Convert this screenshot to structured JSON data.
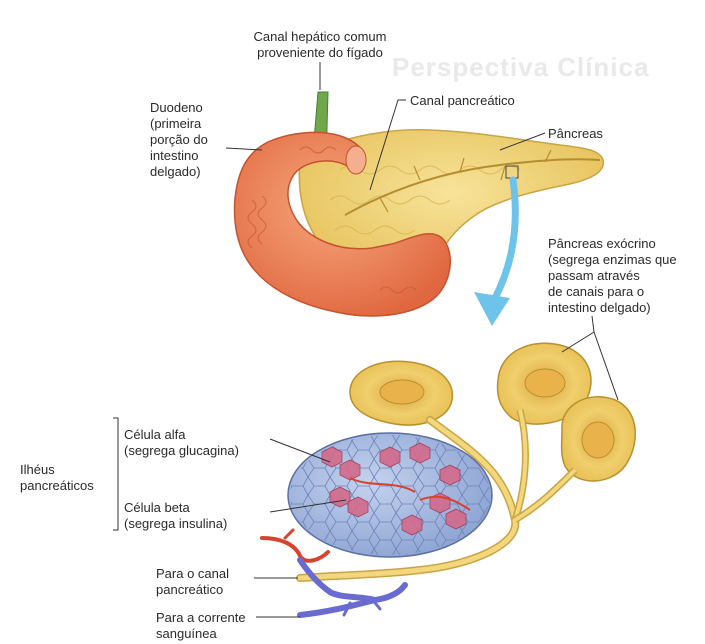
{
  "watermark": "Perspectiva Clínica",
  "labels": {
    "canal_hepatico": "Canal hepático comum\nproveniente do fígado",
    "duodeno": "Duodeno\n(primeira\nporção do\nintestino\ndelgado)",
    "canal_pancreatico": "Canal pancreático",
    "pancreas": "Pâncreas",
    "pancreas_exocrino": "Pâncreas exócrino\n(segrega enzimas que\npassam através\nde canais para o\nintestino delgado)",
    "ilheus": "Ilhéus\npancreáticos",
    "celula_alfa": "Célula alfa\n(segrega glucagina)",
    "celula_beta": "Célula beta\n(segrega insulina)",
    "para_canal": "Para o canal\npancreático",
    "para_corrente": "Para a corrente\nsanguínea"
  },
  "colors": {
    "pancreas": "#f2d77c",
    "duodenum": "#f08a5d",
    "bile_duct": "#6fa84a",
    "arrow": "#6ec3ea",
    "islet": "#aebfe0",
    "alpha_cell": "#d46a8a",
    "artery": "#d8432f",
    "vein": "#6a6bd0"
  }
}
